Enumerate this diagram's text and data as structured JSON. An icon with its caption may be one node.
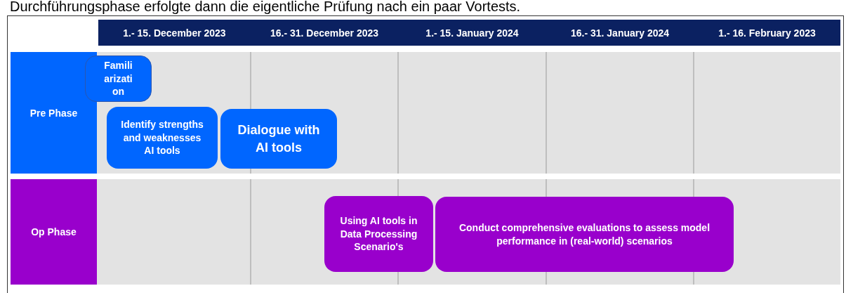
{
  "diagram": {
    "nodes": [
      {
        "text": [
          "Pre Phase"
        ]
      },
      {
        "text": [
          "Famili arizati on"
        ],
        "in": 0
      },
      {
        "text": [
          "Identify strengths and weaknesses AI tools"
        ],
        "in": 0
      },
      {
        "text": [
          "Dialogue with AI tools"
        ],
        "in": 0
      },
      {
        "text": [
          "Op Phase"
        ]
      },
      {
        "text": [
          "Using AI tools in Data Processing Scenario's"
        ],
        "in": 4
      },
      {
        "text": [
          "Conduct comprehensive evaluations to assess model performance in (real-world) scenarios"
        ],
        "in": 4
      }
    ],
    "edges": [],
    "labels": [
      "Durchführungsphase erfolgte dann die eigentliche Prüfung nach ein paar Vortests.",
      "1.- 15. December 2023",
      "16.- 31. December 2023",
      "1.- 15. January 2024",
      "16.- 31. January 2024",
      "1.- 16. February 2023"
    ]
  }
}
